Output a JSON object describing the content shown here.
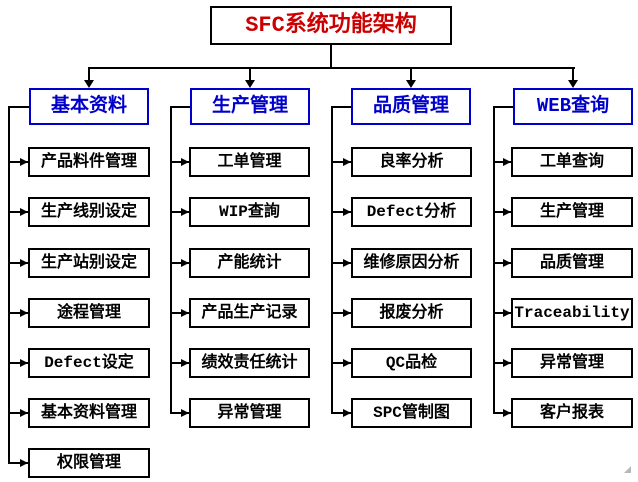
{
  "title": "SFC系统功能架构",
  "columns": [
    {
      "header": "基本资料",
      "items": [
        "产品料件管理",
        "生产线别设定",
        "生产站别设定",
        "途程管理",
        "Defect设定",
        "基本资料管理",
        "权限管理"
      ]
    },
    {
      "header": "生产管理",
      "items": [
        "工单管理",
        "WIP查詢",
        "产能统计",
        "产品生产记录",
        "绩效责任统计",
        "异常管理"
      ]
    },
    {
      "header": "品质管理",
      "items": [
        "良率分析",
        "Defect分析",
        "维修原因分析",
        "报废分析",
        "QC品检",
        "SPC管制图"
      ]
    },
    {
      "header": "WEB查询",
      "items": [
        "工单查询",
        "生产管理",
        "品质管理",
        "Traceability",
        "异常管理",
        "客户报表"
      ]
    }
  ],
  "colors": {
    "background": "#ffffff",
    "title_text": "#cc0000",
    "title_border": "#000000",
    "header_text": "#0000cc",
    "header_border": "#0000cc",
    "item_text": "#000000",
    "item_border": "#000000",
    "line": "#000000",
    "artifact_gray": "#b8b8b8"
  },
  "icons": {
    "arrow_down": "css-triangle-down",
    "arrow_right": "css-triangle-right"
  }
}
